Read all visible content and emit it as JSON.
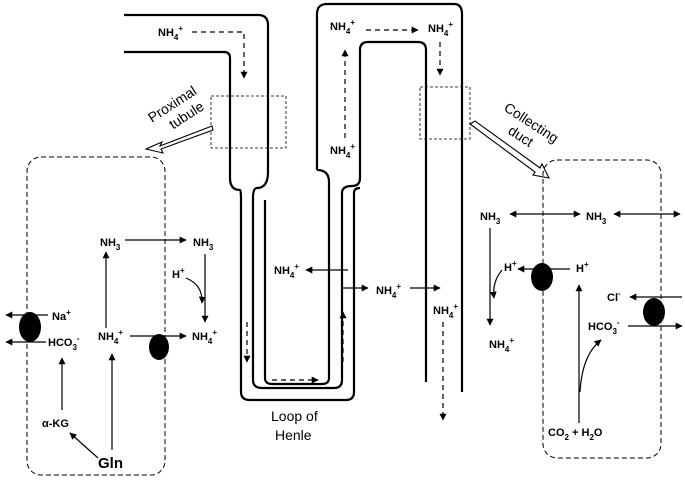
{
  "segments": {
    "proximal_tubule": [
      "Proximal",
      "tubule"
    ],
    "collecting_duct": [
      "Collecting",
      "duct"
    ],
    "loop_of_henle": [
      "Loop of",
      "Henle"
    ]
  },
  "species": {
    "nh4": "NH",
    "nh4_sub": "4",
    "nh4_sup": "+",
    "nh3": "NH",
    "nh3_sub": "3",
    "h": "H",
    "h_sup": "+",
    "na": "Na",
    "na_sup": "+",
    "hco3": "HCO",
    "hco3_sub": "3",
    "hco3_sup": "-",
    "cl": "Cl",
    "cl_sup": "-",
    "akg": "α-KG",
    "gln": "Gln",
    "co2": "CO",
    "co2_sub": "2",
    "plus_h2o": " + H",
    "h2o_sub": "2",
    "o": "O"
  }
}
